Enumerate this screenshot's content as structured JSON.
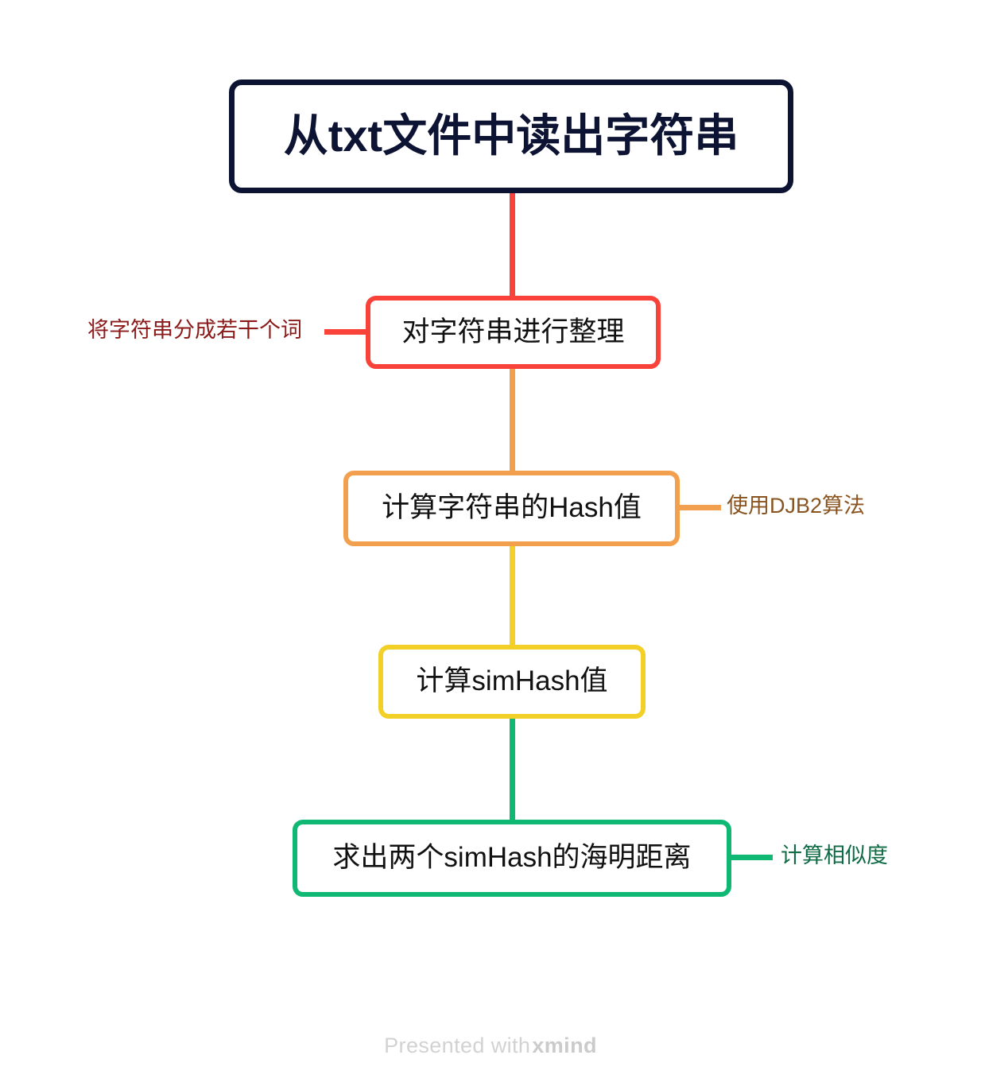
{
  "diagram": {
    "type": "mindmap-flow",
    "background": "#ffffff",
    "root": {
      "label": "从txt文件中读出字符串",
      "border_color": "#0d1333",
      "text_color": "#0d1333"
    },
    "steps": [
      {
        "label": "对字符串进行整理",
        "color": "#f8423a",
        "callout": {
          "text": "将字符串分成若干个词",
          "side": "left",
          "text_color": "#8b1a1a"
        }
      },
      {
        "label": "计算字符串的Hash值",
        "color": "#f2a04d",
        "callout": {
          "text": "使用DJB2算法",
          "side": "right",
          "text_color": "#8a5420"
        }
      },
      {
        "label": "计算simHash值",
        "color": "#f2d028",
        "callout": null
      },
      {
        "label": "求出两个simHash的海明距离",
        "color": "#0fb974",
        "callout": {
          "text": "计算相似度",
          "side": "right",
          "text_color": "#0f6b45"
        }
      }
    ]
  },
  "footer": {
    "prefix": "Presented with",
    "brand": "xmind",
    "color": "#d2d2d2"
  }
}
